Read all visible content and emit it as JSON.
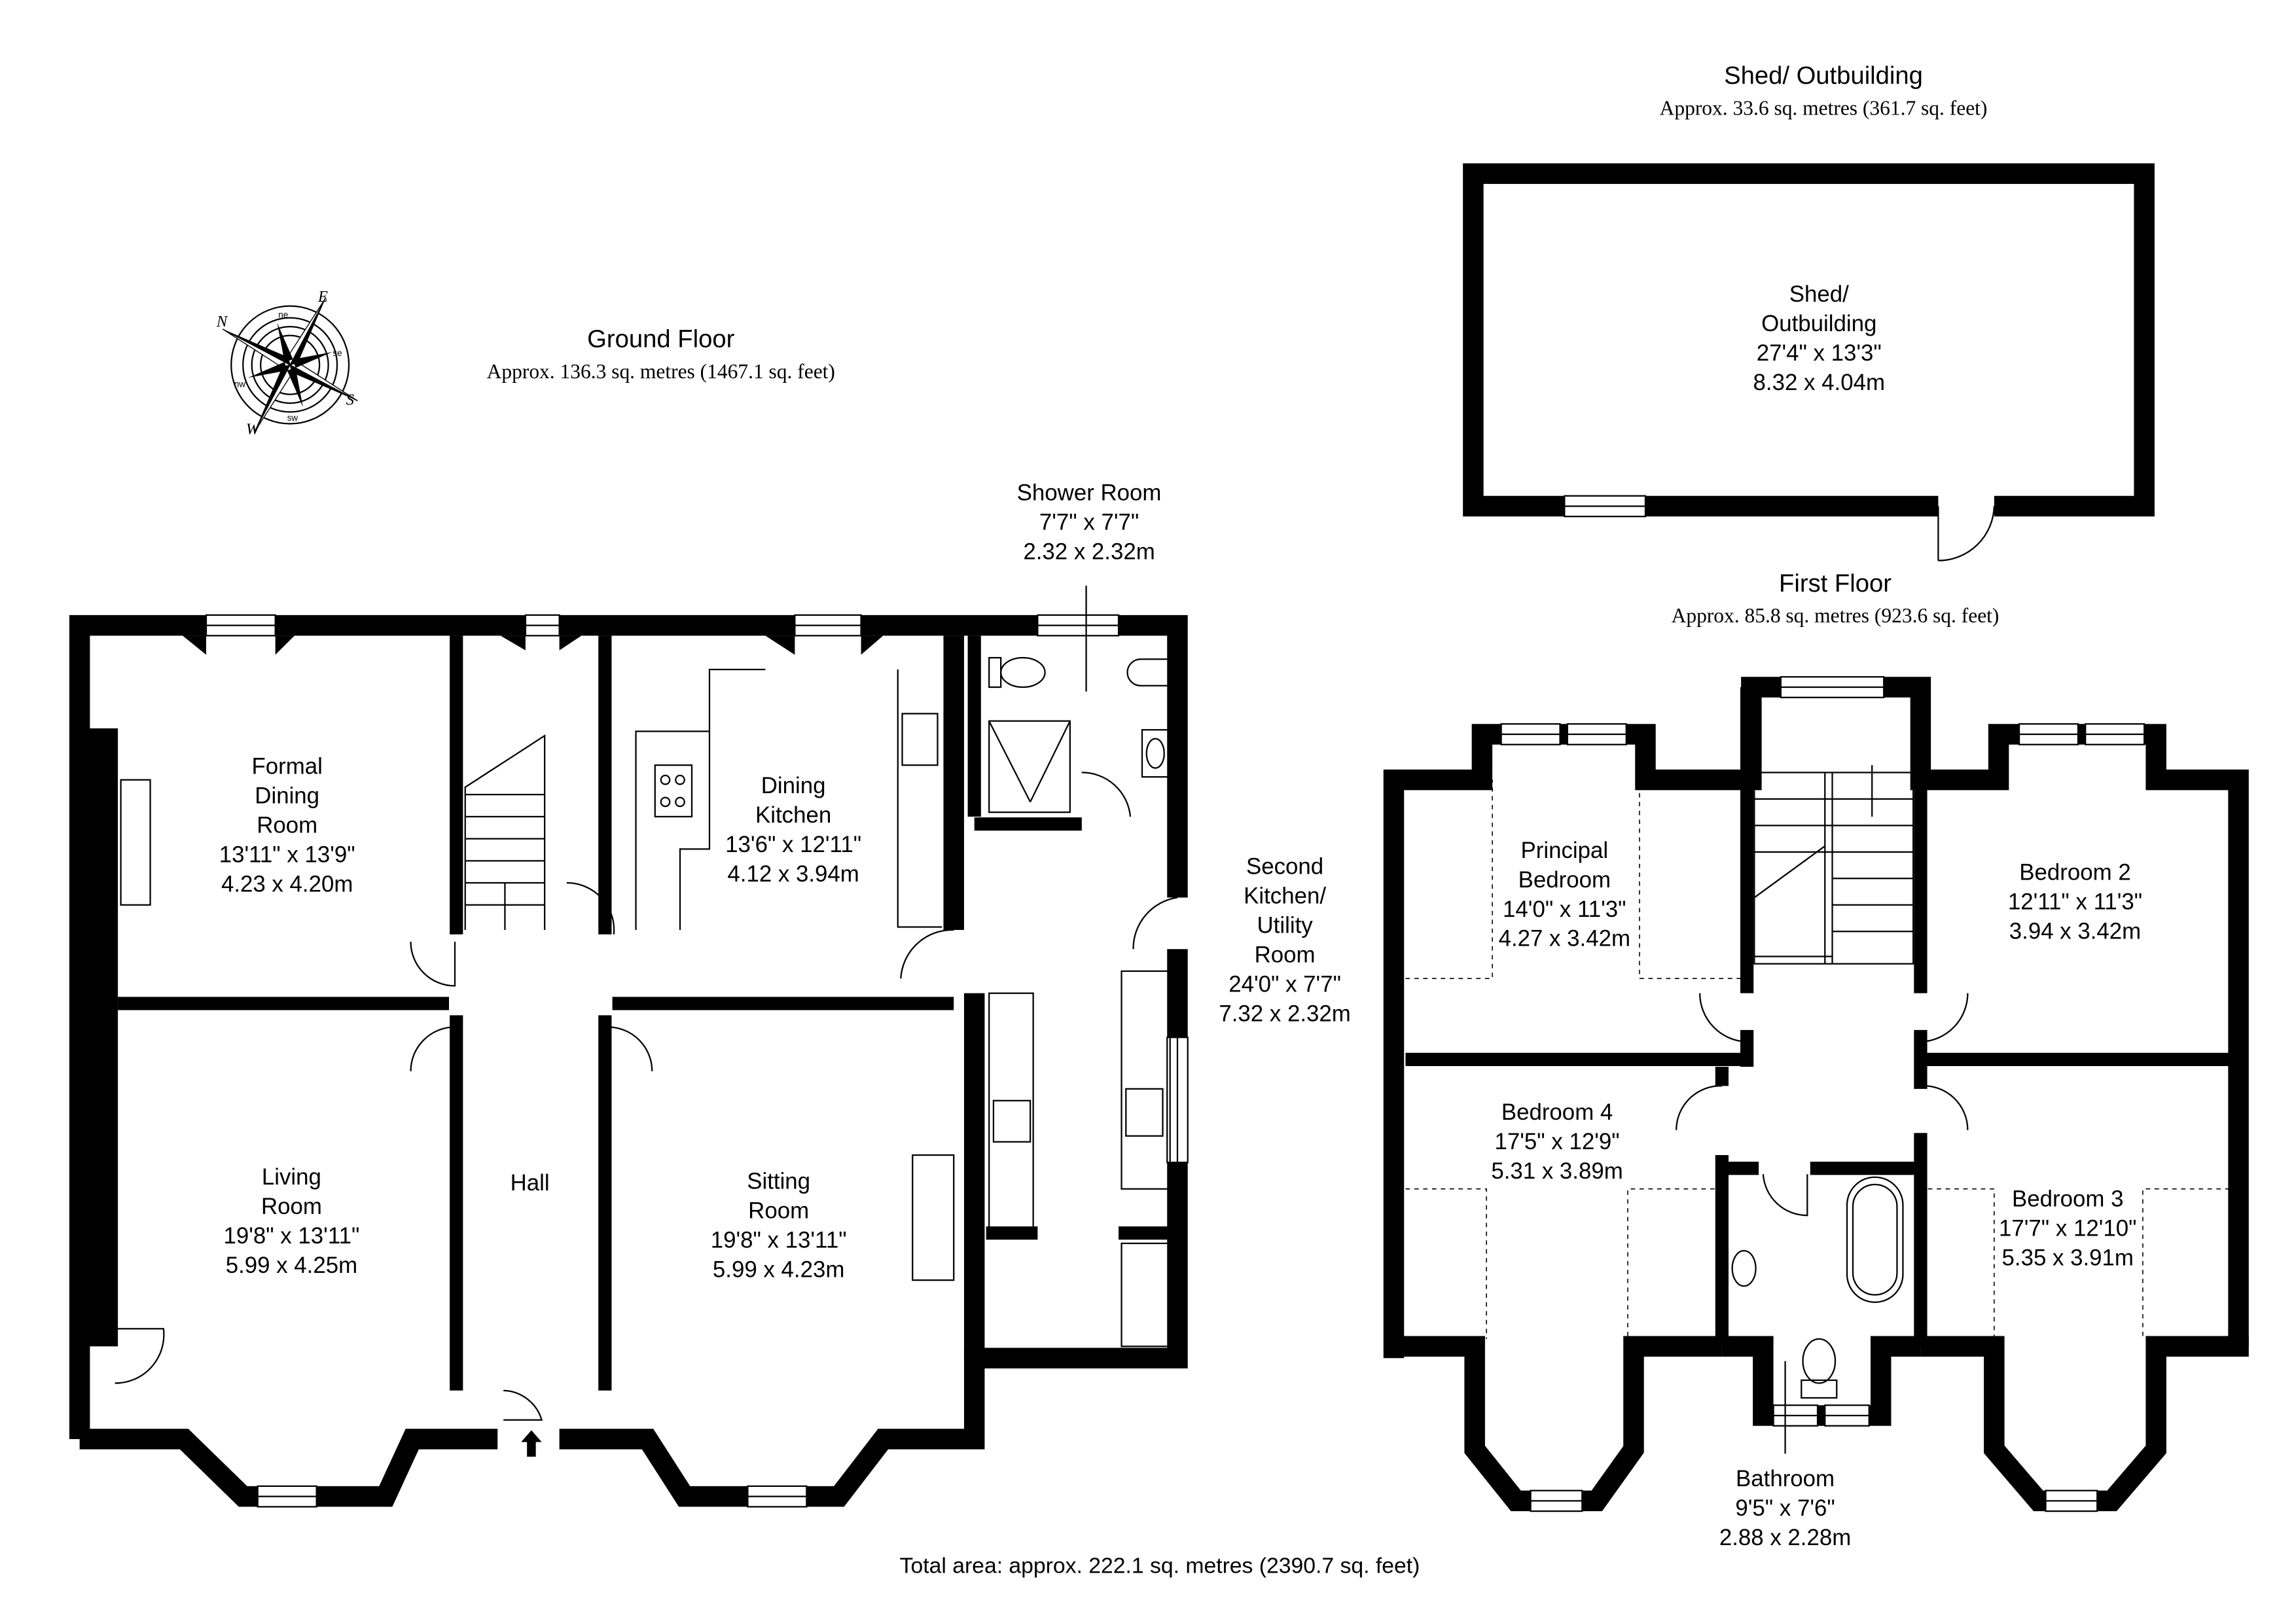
{
  "ground_floor": {
    "title": "Ground Floor",
    "area": "Approx. 136.3 sq. metres (1467.1 sq. feet)",
    "rooms": {
      "formal_dining": {
        "name_lines": [
          "Formal",
          "Dining",
          "Room"
        ],
        "imperial": "13'11\" x 13'9\"",
        "metric": "4.23 x 4.20m"
      },
      "dining_kitchen": {
        "name_lines": [
          "Dining",
          "Kitchen"
        ],
        "imperial": "13'6\" x 12'11\"",
        "metric": "4.12 x 3.94m"
      },
      "shower_room": {
        "name_lines": [
          "Shower Room"
        ],
        "imperial": "7'7\" x 7'7\"",
        "metric": "2.32 x 2.32m"
      },
      "second_kitchen": {
        "name_lines": [
          "Second",
          "Kitchen/",
          "Utility",
          "Room"
        ],
        "imperial": "24'0\" x 7'7\"",
        "metric": "7.32 x 2.32m"
      },
      "living_room": {
        "name_lines": [
          "Living",
          "Room"
        ],
        "imperial": "19'8\" x 13'11\"",
        "metric": "5.99 x 4.25m"
      },
      "hall": {
        "name_lines": [
          "Hall"
        ]
      },
      "sitting_room": {
        "name_lines": [
          "Sitting",
          "Room"
        ],
        "imperial": "19'8\" x 13'11\"",
        "metric": "5.99 x 4.23m"
      }
    }
  },
  "shed": {
    "title": "Shed/ Outbuilding",
    "area": "Approx. 33.6 sq. metres (361.7 sq. feet)",
    "rooms": {
      "shed": {
        "name_lines": [
          "Shed/",
          "Outbuilding"
        ],
        "imperial": "27'4\" x 13'3\"",
        "metric": "8.32 x 4.04m"
      }
    }
  },
  "first_floor": {
    "title": "First Floor",
    "area": "Approx. 85.8 sq. metres (923.6 sq. feet)",
    "rooms": {
      "principal_bedroom": {
        "name_lines": [
          "Principal",
          "Bedroom"
        ],
        "imperial": "14'0\" x 11'3\"",
        "metric": "4.27 x 3.42m"
      },
      "bedroom_2": {
        "name_lines": [
          "Bedroom 2"
        ],
        "imperial": "12'11\" x 11'3\"",
        "metric": "3.94 x 3.42m"
      },
      "bedroom_4": {
        "name_lines": [
          "Bedroom 4"
        ],
        "imperial": "17'5\" x 12'9\"",
        "metric": "5.31 x 3.89m"
      },
      "bedroom_3": {
        "name_lines": [
          "Bedroom 3"
        ],
        "imperial": "17'7\" x 12'10\"",
        "metric": "5.35 x 3.91m"
      },
      "bathroom": {
        "name_lines": [
          "Bathroom"
        ],
        "imperial": "9'5\" x 7'6\"",
        "metric": "2.88 x 2.28m"
      }
    }
  },
  "total_area": "Total area: approx. 222.1 sq. metres (2390.7 sq. feet)",
  "compass": {
    "labels": {
      "n": "N",
      "e": "E",
      "s": "S",
      "w": "W",
      "ne": "ne",
      "se": "se",
      "sw": "sw",
      "nw": "nw"
    }
  }
}
